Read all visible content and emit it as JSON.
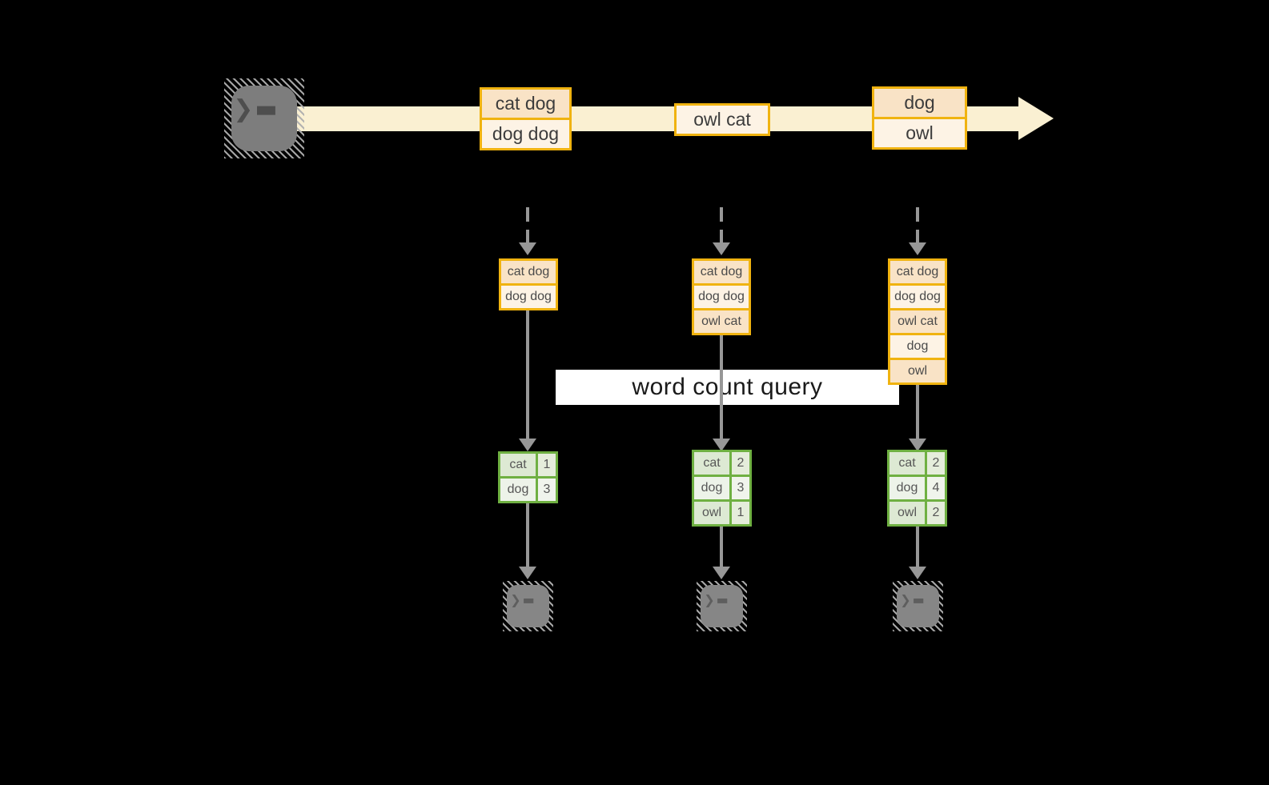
{
  "labels": {
    "query": "word count query"
  },
  "icons": {
    "terminal_glyph": "❯▬",
    "terminal_name": "terminal-prompt-icon"
  },
  "timeline": {
    "batches": [
      {
        "rows": [
          "cat dog",
          "dog dog"
        ]
      },
      {
        "rows": [
          "owl cat"
        ]
      },
      {
        "rows": [
          "dog",
          "owl"
        ]
      }
    ]
  },
  "input_tables": [
    {
      "rows": [
        "cat dog",
        "dog dog"
      ]
    },
    {
      "rows": [
        "cat dog",
        "dog dog",
        "owl cat"
      ]
    },
    {
      "rows": [
        "cat dog",
        "dog dog",
        "owl cat",
        "dog",
        "owl"
      ]
    }
  ],
  "result_tables": [
    {
      "rows": [
        [
          "cat",
          "1"
        ],
        [
          "dog",
          "3"
        ]
      ]
    },
    {
      "rows": [
        [
          "cat",
          "2"
        ],
        [
          "dog",
          "3"
        ],
        [
          "owl",
          "1"
        ]
      ]
    },
    {
      "rows": [
        [
          "cat",
          "2"
        ],
        [
          "dog",
          "4"
        ],
        [
          "owl",
          "2"
        ]
      ]
    }
  ],
  "colors": {
    "background": "#000000",
    "timeline_band": "#FAF0D2",
    "accent_gold": "#F0B310",
    "cell_peach_dark": "#F9E3C6",
    "cell_peach_light": "#FDF3E5",
    "green_border": "#6FB042",
    "green_cell_dark": "#DDE9D3",
    "green_cell_light": "#EDF3E9",
    "arrow_gray": "#979797",
    "terminal_gray": "#7D7D7D",
    "query_bg": "#FFFFFF"
  }
}
